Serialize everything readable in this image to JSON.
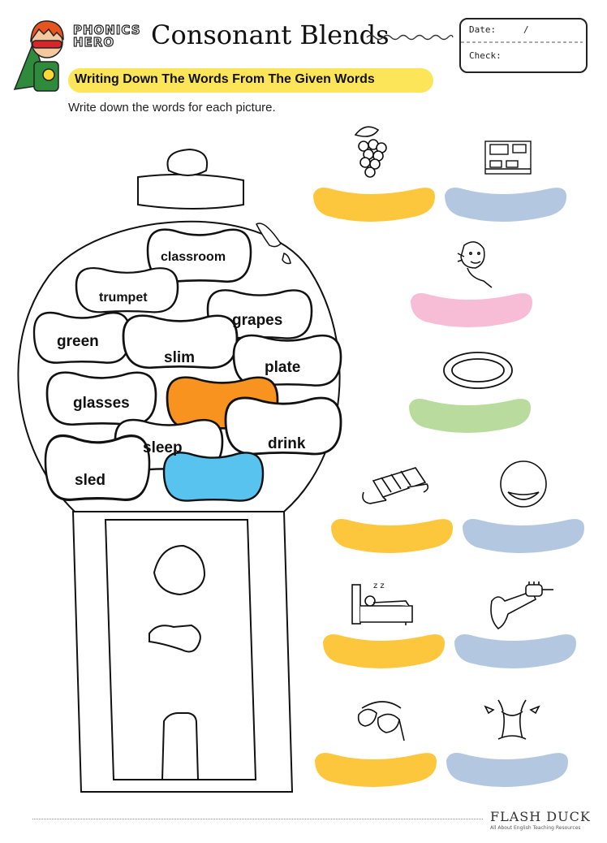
{
  "header": {
    "brand": "PHONICS HERO",
    "title": "Consonant Blends",
    "date_label": "Date:",
    "date_separator": "/",
    "check_label": "Check:"
  },
  "subtitle": "Writing Down The Words From The Given Words",
  "instruction": "Write down the words for each picture.",
  "words": [
    "classroom",
    "trumpet",
    "grapes",
    "green",
    "slim",
    "plate",
    "glasses",
    "sleep",
    "drink",
    "sled"
  ],
  "pictures": [
    "grapes-picture",
    "classroom-picture",
    "slim-picture",
    "plate-picture",
    "sled-picture",
    "drink-picture",
    "sleep-picture",
    "trumpet-picture",
    "glasses-picture",
    "slim-waist-picture"
  ],
  "colors": {
    "yellow": "#fcc73c",
    "blue": "#b3c7e0",
    "pink": "#f8bdd6",
    "green": "#b9dc9e",
    "orange": "#f7931e",
    "sky": "#59c3f0",
    "banner": "#fde55a"
  },
  "footer": {
    "logo": "FLASH DUCK",
    "tagline": "All About English Teaching Resources"
  }
}
